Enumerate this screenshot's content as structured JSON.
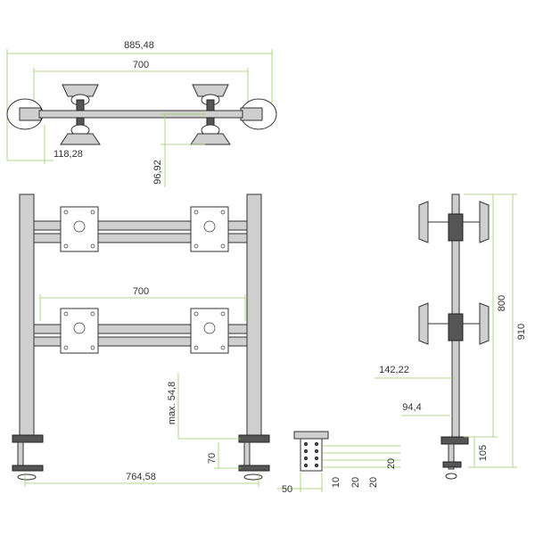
{
  "colors": {
    "dimension_line": "#9ccd6a",
    "outline": "#333333",
    "part_fill": "#cfcfcf"
  },
  "top_view": {
    "overall_width": "885,48",
    "rail_width": "700",
    "end_offset": "118,28",
    "depth": "96,92"
  },
  "front_view": {
    "rail_width": "700",
    "max_label": "max. 54,8",
    "clamp_height": "70",
    "base_width": "764,58"
  },
  "clamp_detail": {
    "width": "50",
    "spacings": [
      "10",
      "20",
      "20",
      "20"
    ]
  },
  "side_view": {
    "total_height": "910",
    "upper_height": "800",
    "arm_depth": "142,22",
    "base_depth": "94,4",
    "clamp_height": "105"
  }
}
